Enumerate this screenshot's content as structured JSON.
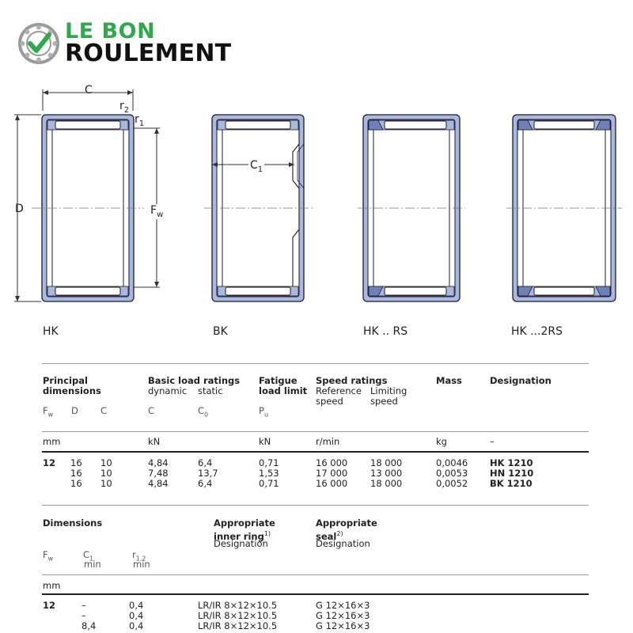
{
  "brand": {
    "line1": "LE BON",
    "line2": "ROULEMENT"
  },
  "drawing": {
    "labels": {
      "C": "C",
      "r2": "r",
      "r2_sub": "2",
      "r1": "r",
      "r1_sub": "1",
      "D": "D",
      "Fw": "F",
      "Fw_sub": "w",
      "C1": "C",
      "C1_sub": "1"
    },
    "types": [
      "HK",
      "BK",
      "HK .. RS",
      "HK ...2RS"
    ]
  },
  "table1": {
    "headers": {
      "principal": "Principal\ndimensions",
      "basic_load": "Basic load ratings",
      "dynamic": "dynamic",
      "static": "static",
      "fatigue": "Fatigue\nload limit",
      "speed": "Speed ratings",
      "reference": "Reference\nspeed",
      "limiting": "Limiting\nspeed",
      "mass": "Mass",
      "designation": "Designation"
    },
    "symbols": {
      "Fw": "F",
      "Fw_sub": "w",
      "D": "D",
      "C": "C",
      "Cdyn": "C",
      "C0": "C",
      "C0_sub": "0",
      "Pu": "P",
      "Pu_sub": "u"
    },
    "units": {
      "dims": "mm",
      "load": "kN",
      "fatigue": "kN",
      "speed": "r/min",
      "mass": "kg",
      "designation": "–"
    },
    "fw": "12",
    "rows": [
      {
        "D": "16",
        "C": "10",
        "dynamic": "4,84",
        "static": "6,4",
        "fatigue": "0,71",
        "reference": "16 000",
        "limiting": "18 000",
        "mass": "0,0046",
        "designation": "HK 1210"
      },
      {
        "D": "16",
        "C": "10",
        "dynamic": "7,48",
        "static": "13,7",
        "fatigue": "1,53",
        "reference": "17 000",
        "limiting": "13 000",
        "mass": "0,0053",
        "designation": "HN 1210"
      },
      {
        "D": "16",
        "C": "10",
        "dynamic": "4,84",
        "static": "6,4",
        "fatigue": "0,71",
        "reference": "16 000",
        "limiting": "18 000",
        "mass": "0,0052",
        "designation": "BK 1210"
      }
    ]
  },
  "table2": {
    "headers": {
      "dimensions": "Dimensions",
      "inner_ring": "Appropriate\ninner ring",
      "inner_ring_sup": "1)",
      "inner_designation": "Designation",
      "seal": "Appropriate\nseal",
      "seal_sup": "2)",
      "seal_designation": "Designation"
    },
    "symbols": {
      "Fw": "F",
      "Fw_sub": "w",
      "C1": "C",
      "C1_sub": "1",
      "C1_min": "min",
      "r12": "r",
      "r12_sub": "1,2",
      "r12_min": "min"
    },
    "units": {
      "dims": "mm"
    },
    "fw": "12",
    "rows": [
      {
        "C1": "–",
        "r12": "0,4",
        "inner": "LR/IR 8×12×10.5",
        "seal": "G 12×16×3"
      },
      {
        "C1": "–",
        "r12": "0,4",
        "inner": "LR/IR 8×12×10.5",
        "seal": "G 12×16×3"
      },
      {
        "C1": "8,4",
        "r12": "0,4",
        "inner": "LR/IR 8×12×10.5",
        "seal": "G 12×16×3"
      }
    ]
  },
  "colors": {
    "accent": "#2eaa4a",
    "bearing_fill": "#a8b8de",
    "bearing_stroke": "#1c1c2c"
  }
}
